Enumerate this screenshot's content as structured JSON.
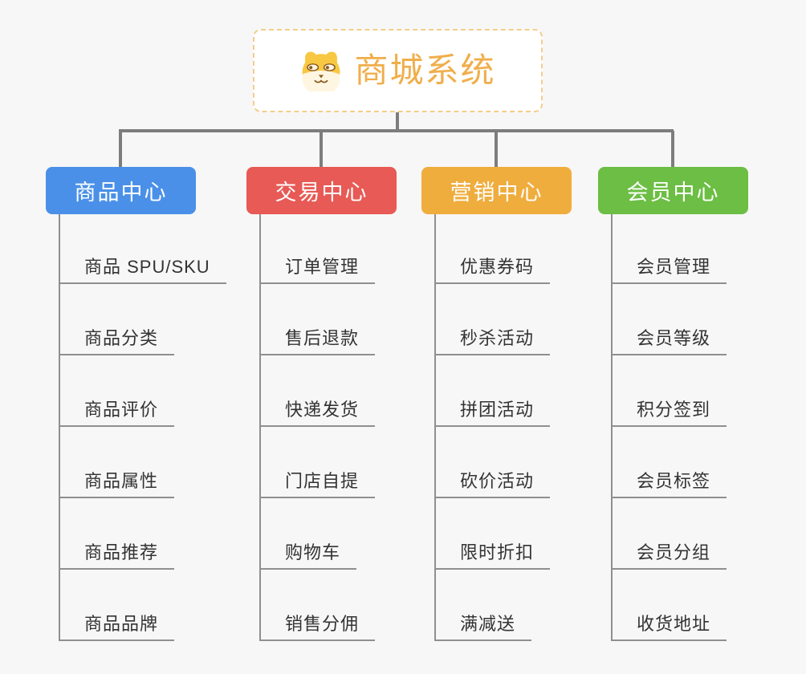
{
  "root": {
    "label": "商城系统",
    "icon": "doge-icon",
    "text_color": "#F0AE4B",
    "border_color": "#F5CD8C"
  },
  "branches": [
    {
      "label": "商品中心",
      "color": "#4A90E8",
      "items": [
        "商品 SPU/SKU",
        "商品分类",
        "商品评价",
        "商品属性",
        "商品推荐",
        "商品品牌"
      ]
    },
    {
      "label": "交易中心",
      "color": "#E75A55",
      "items": [
        "订单管理",
        "售后退款",
        "快递发货",
        "门店自提",
        "购物车",
        "销售分佣"
      ]
    },
    {
      "label": "营销中心",
      "color": "#EFAD3E",
      "items": [
        "优惠券码",
        "秒杀活动",
        "拼团活动",
        "砍价活动",
        "限时折扣",
        "满减送"
      ]
    },
    {
      "label": "会员中心",
      "color": "#6CBE44",
      "items": [
        "会员管理",
        "会员等级",
        "积分签到",
        "会员标签",
        "会员分组",
        "收货地址"
      ]
    }
  ],
  "colors": {
    "connector": "#7D7D7D",
    "leaf_line": "#8F8F8F",
    "leaf_text": "#333333",
    "background": "#F7F7F7",
    "doge_yellow": "#F8C843",
    "doge_cream": "#FFF6E2",
    "doge_brown": "#8A5A1E"
  }
}
